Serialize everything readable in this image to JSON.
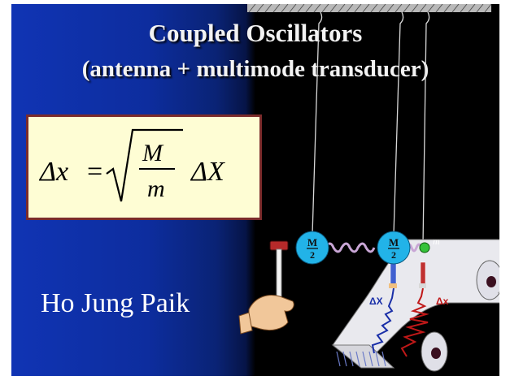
{
  "slide": {
    "title_line1": "Coupled Oscillators",
    "title_line2": "(antenna + multimode transducer)",
    "formula": {
      "lhs": "Δx",
      "equals": "=",
      "numerator": "M",
      "denominator": "m",
      "rhs": "ΔX"
    },
    "author": "Ho Jung Paik",
    "diagram": {
      "mass_large_label_top": "M",
      "mass_large_label_bottom": "2",
      "mass_mid_label_top": "M",
      "mass_mid_label_bottom": "2",
      "mass_small_label": "m",
      "trace_left_label": "ΔX",
      "trace_right_label": "Δx"
    },
    "colors": {
      "background_left": "#1034b4",
      "background_right": "#000000",
      "formula_bg": "#fefdd4",
      "formula_border": "#7a2b2b",
      "mass_fill": "#22b3e8",
      "small_mass_fill": "#36c23a",
      "trace_blue": "#1a2fa8",
      "trace_red": "#c01818"
    }
  }
}
